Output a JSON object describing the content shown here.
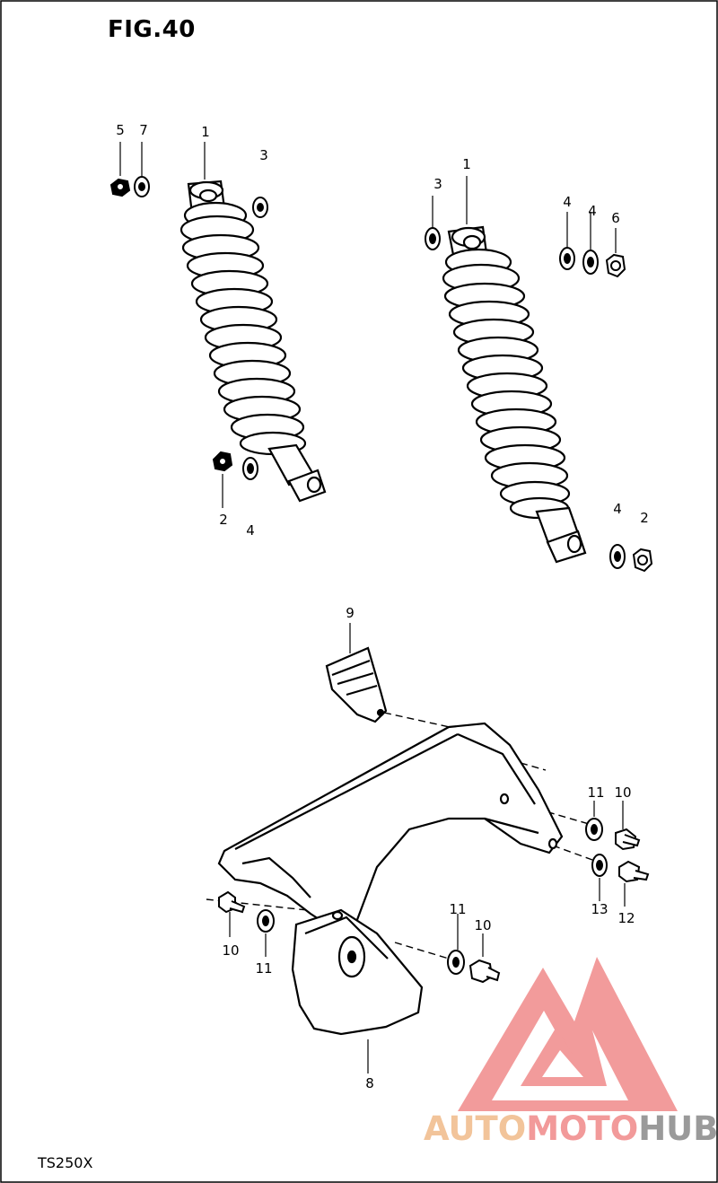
{
  "figure": {
    "title": "FIG.40",
    "model": "TS250X"
  },
  "callouts": {
    "shock_left": [
      "5",
      "7",
      "1",
      "3",
      "2",
      "4"
    ],
    "shock_right": [
      "3",
      "1",
      "4",
      "4",
      "6",
      "4",
      "2"
    ],
    "guard": [
      "9",
      "11",
      "10",
      "11",
      "10",
      "13",
      "12",
      "10",
      "11",
      "11",
      "10",
      "8"
    ]
  },
  "watermark": {
    "part1": "AUTO",
    "part2": "MOTO",
    "part3": "HUB",
    "colors": {
      "auto": "#f2c49a",
      "moto": "#f29a9a",
      "hub": "#9a9a9a",
      "logo": "#f08a8a"
    }
  }
}
